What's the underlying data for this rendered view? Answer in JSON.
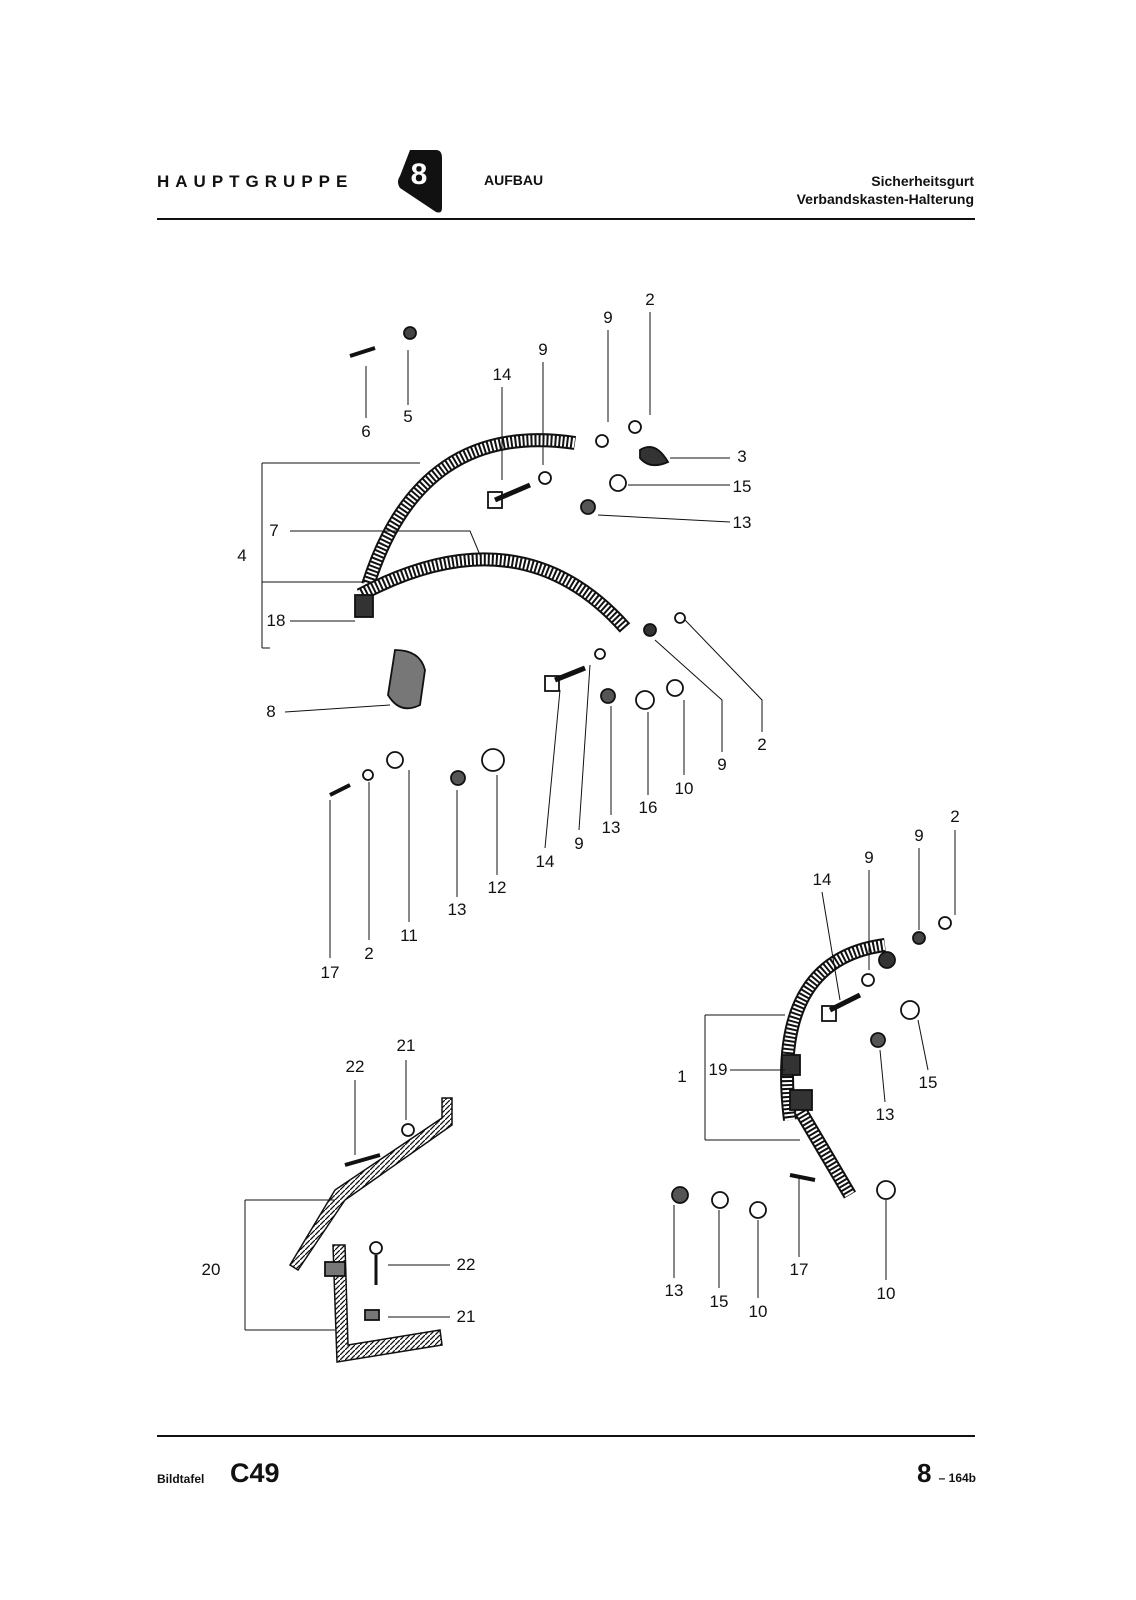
{
  "header": {
    "group_label": "HAUPTGRUPPE",
    "group_number": "8",
    "section": "AUFBAU",
    "title_line1": "Sicherheitsgurt",
    "title_line2": "Verbandskasten-Halterung"
  },
  "diagram": {
    "callouts": [
      "2",
      "9",
      "9",
      "14",
      "6",
      "5",
      "3",
      "15",
      "13",
      "7",
      "4",
      "18",
      "8",
      "2",
      "9",
      "10",
      "16",
      "13",
      "9",
      "14",
      "12",
      "13",
      "11",
      "2",
      "17",
      "2",
      "9",
      "9",
      "14",
      "1",
      "19",
      "15",
      "13",
      "13",
      "15",
      "10",
      "17",
      "10",
      "21",
      "22",
      "20",
      "22",
      "21"
    ]
  },
  "footer": {
    "plate_label": "Bildtafel",
    "plate_number": "C49",
    "page_group": "8",
    "page_suffix": "– 164b"
  }
}
